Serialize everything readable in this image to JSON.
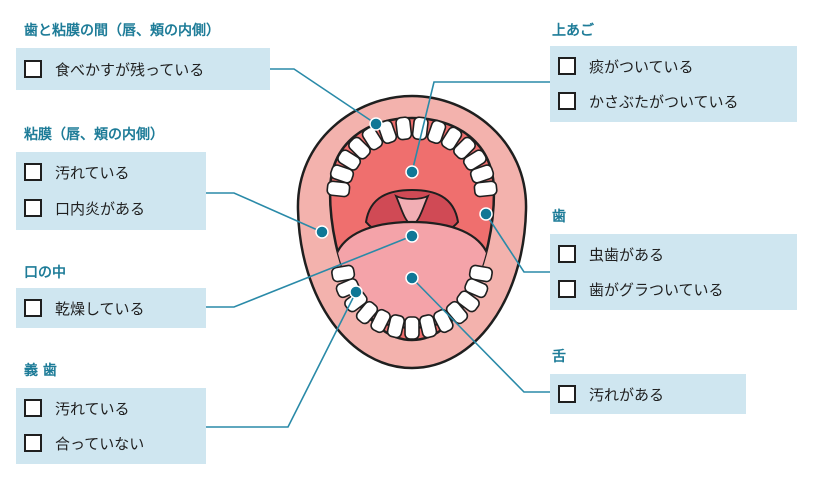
{
  "colors": {
    "accent": "#1e7c98",
    "box_fill": "#cfe6f0",
    "leader_line": "#2a8aa8",
    "marker_dot": "#0f7796",
    "lip": "#f3b2ad",
    "mouth_interior": "#ef6f6e",
    "tongue": "#f4a3a9",
    "uvula": "#be3447",
    "outline": "#1f1f1f"
  },
  "groups": [
    {
      "id": "teeth-and-gums-inner",
      "title": "歯と粘膜の間（唇、頬の内側）",
      "items": [
        "食べかすが残っている"
      ]
    },
    {
      "id": "mucosa",
      "title": "粘膜（唇、頬の内側）",
      "items": [
        "汚れている",
        "口内炎がある"
      ]
    },
    {
      "id": "mouth-interior",
      "title": "口の中",
      "items": [
        "乾燥している"
      ]
    },
    {
      "id": "dentures",
      "title": "義 歯",
      "items": [
        "汚れている",
        "合っていない"
      ]
    },
    {
      "id": "upper-palate",
      "title": "上あご",
      "items": [
        "痰がついている",
        "かさぶたがついている"
      ]
    },
    {
      "id": "teeth",
      "title": "歯",
      "items": [
        "虫歯がある",
        "歯がグラついている"
      ]
    },
    {
      "id": "tongue",
      "title": "舌",
      "items": [
        "汚れがある"
      ]
    }
  ]
}
